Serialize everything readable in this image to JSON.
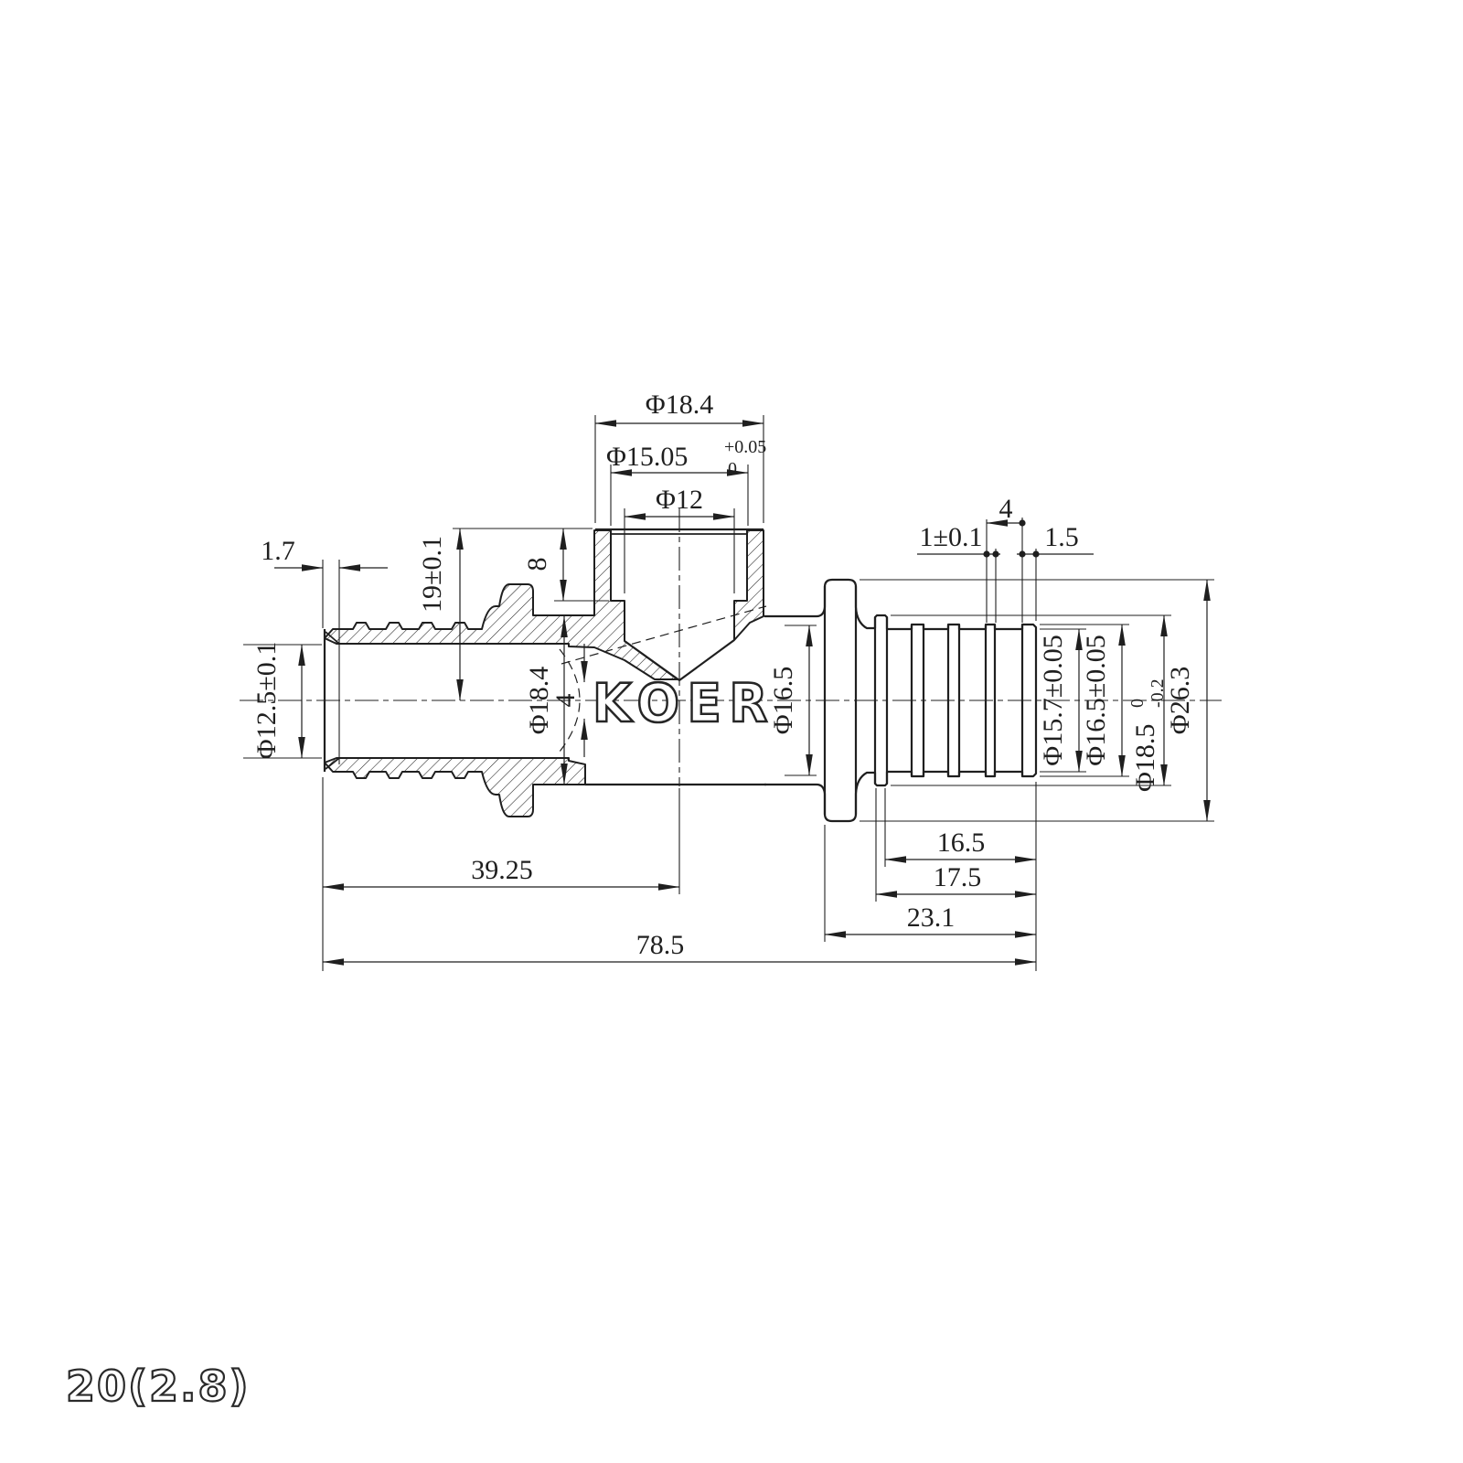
{
  "drawing": {
    "brand_logo": "KOER",
    "part_code": "20(2.8)",
    "dimensions": {
      "branch_od": "Φ18.4",
      "branch_thread_main": "Φ15.05",
      "branch_thread_tol_upper": "+0.05",
      "branch_thread_tol_lower": "0",
      "branch_bore": "Φ12",
      "tip_chamfer": "1.7",
      "pipe_bore": "Φ12.5±0.1",
      "branch_height": "19±0.1",
      "thread_depth": "8",
      "body_od": "Φ18.4",
      "junction_gap": "4",
      "rib_width": "1±0.1",
      "rib_spacing": "4",
      "end_width": "1.5",
      "neck_od": "Φ16.5",
      "barrel_od": "Φ15.7±0.05",
      "rib_od": "Φ16.5±0.05",
      "collar_od_main": "Φ18.5",
      "collar_od_tol_upper": "0",
      "collar_od_tol_lower": "-0.2",
      "flange_od": "Φ26.3",
      "rib_section_len": "16.5",
      "sleeve_len": "17.5",
      "right_end_len": "23.1",
      "branch_center_len": "39.25",
      "overall_len": "78.5"
    }
  }
}
